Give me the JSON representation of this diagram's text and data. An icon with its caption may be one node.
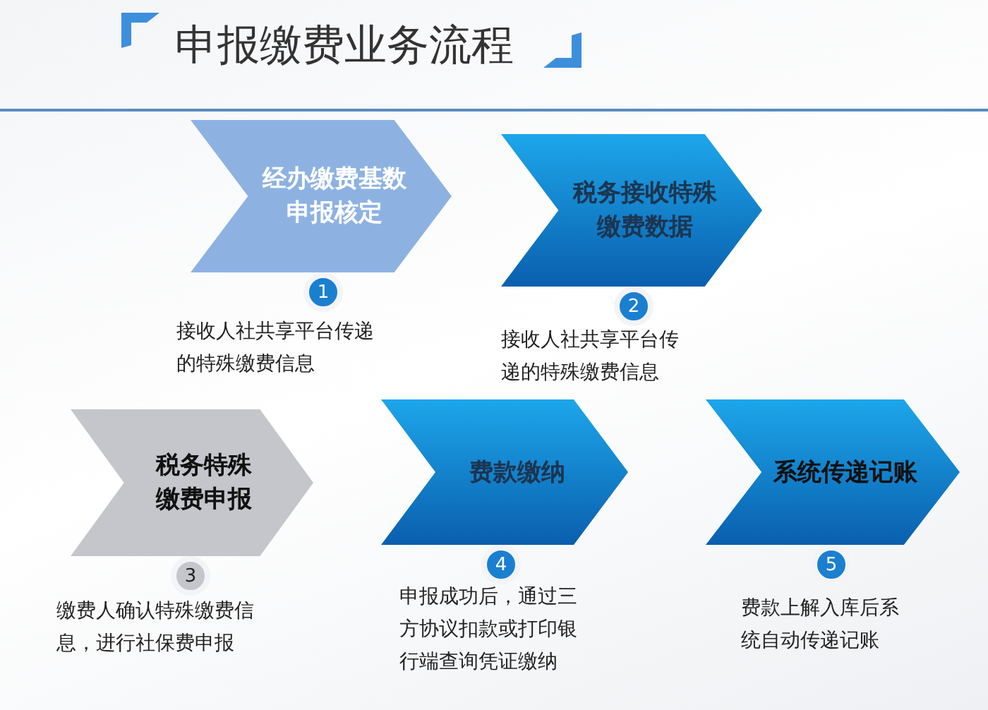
{
  "diagram": {
    "title": "申报缴费业务流程",
    "nodes": [
      {
        "text": [
          "经办缴费基数申报核定"
        ],
        "beside": [
          "1",
          "接收人社共享平台传递的特殊缴费信息"
        ]
      },
      {
        "text": [
          "税务接收特殊缴费数据"
        ],
        "beside": [
          "2",
          "接收人社共享平台传递的特殊缴费信息"
        ]
      },
      {
        "text": [
          "税务特殊缴费申报"
        ],
        "beside": [
          "3",
          "缴费人确认特殊缴费信息，进行社保费申报"
        ]
      },
      {
        "text": [
          "费款缴纳"
        ],
        "beside": [
          "4",
          "申报成功后，通过三方协议扣款或打印银行端查询凭证缴纳"
        ]
      },
      {
        "text": [
          "系统传递记账"
        ],
        "beside": [
          "5",
          "费款上解入库后系统自动传递记账"
        ]
      }
    ]
  }
}
